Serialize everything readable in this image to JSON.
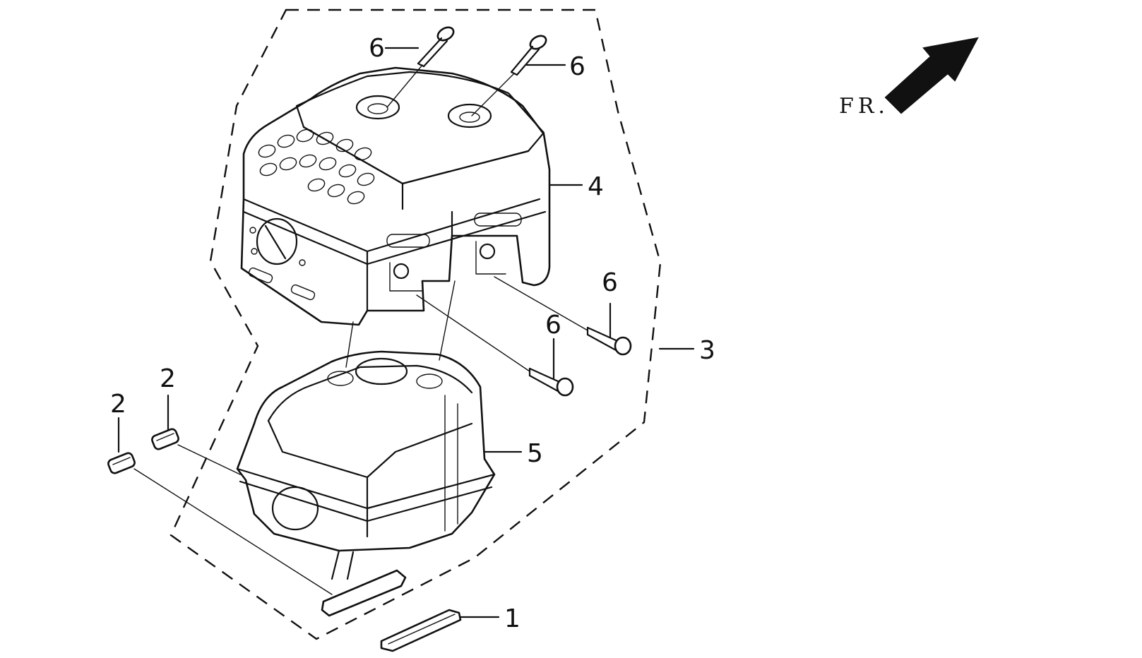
{
  "diagram": {
    "direction_label": "FR.",
    "callouts": [
      {
        "id": "c1",
        "text": "1"
      },
      {
        "id": "c2a",
        "text": "2"
      },
      {
        "id": "c2b",
        "text": "2"
      },
      {
        "id": "c3",
        "text": "3"
      },
      {
        "id": "c4",
        "text": "4"
      },
      {
        "id": "c5",
        "text": "5"
      },
      {
        "id": "c6a",
        "text": "6"
      },
      {
        "id": "c6b",
        "text": "6"
      },
      {
        "id": "c6c",
        "text": "6"
      },
      {
        "id": "c6d",
        "text": "6"
      }
    ],
    "colors": {
      "line": "#111111",
      "background": "#ffffff"
    }
  }
}
